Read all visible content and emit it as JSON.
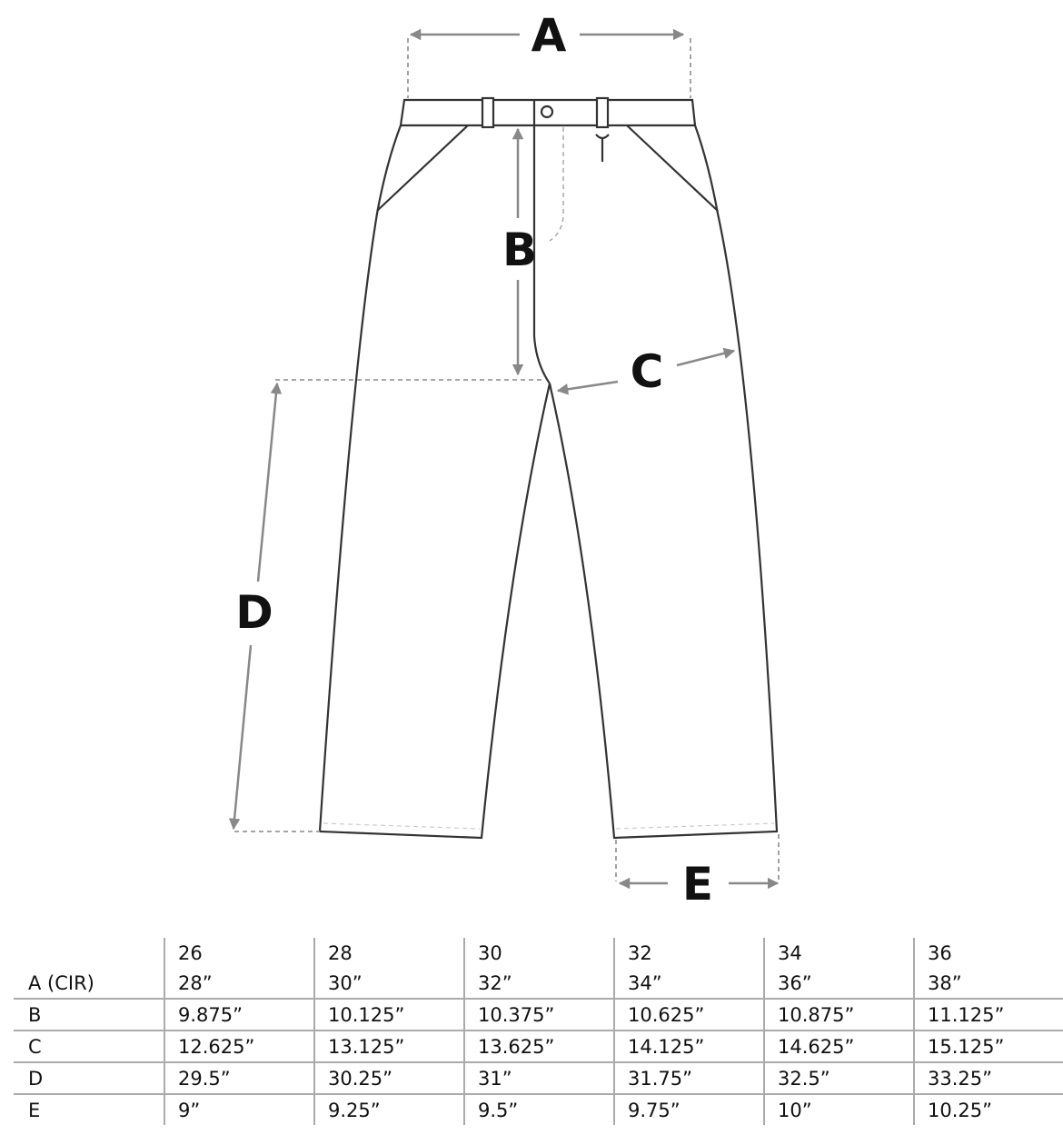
{
  "diagram": {
    "labels": {
      "a": "A",
      "b": "B",
      "c": "C",
      "d": "D",
      "e": "E"
    },
    "colors": {
      "outline": "#333333",
      "arrow": "#888888",
      "text": "#111111",
      "grid": "#aaaaaa"
    }
  },
  "table": {
    "headers": [
      "",
      "26",
      "28",
      "30",
      "32",
      "34",
      "36"
    ],
    "rows": [
      {
        "label": "A (CIR)",
        "values": [
          "28”",
          "30”",
          "32”",
          "34”",
          "36”",
          "38”"
        ]
      },
      {
        "label": "B",
        "values": [
          "9.875”",
          "10.125”",
          "10.375”",
          "10.625”",
          "10.875”",
          "11.125”"
        ]
      },
      {
        "label": "C",
        "values": [
          "12.625”",
          "13.125”",
          "13.625”",
          "14.125”",
          "14.625”",
          "15.125”"
        ]
      },
      {
        "label": "D",
        "values": [
          "29.5”",
          "30.25”",
          "31”",
          "31.75”",
          "32.5”",
          "33.25”"
        ]
      },
      {
        "label": "E",
        "values": [
          "9”",
          "9.25”",
          "9.5”",
          "9.75”",
          "10”",
          "10.25”"
        ]
      }
    ]
  }
}
